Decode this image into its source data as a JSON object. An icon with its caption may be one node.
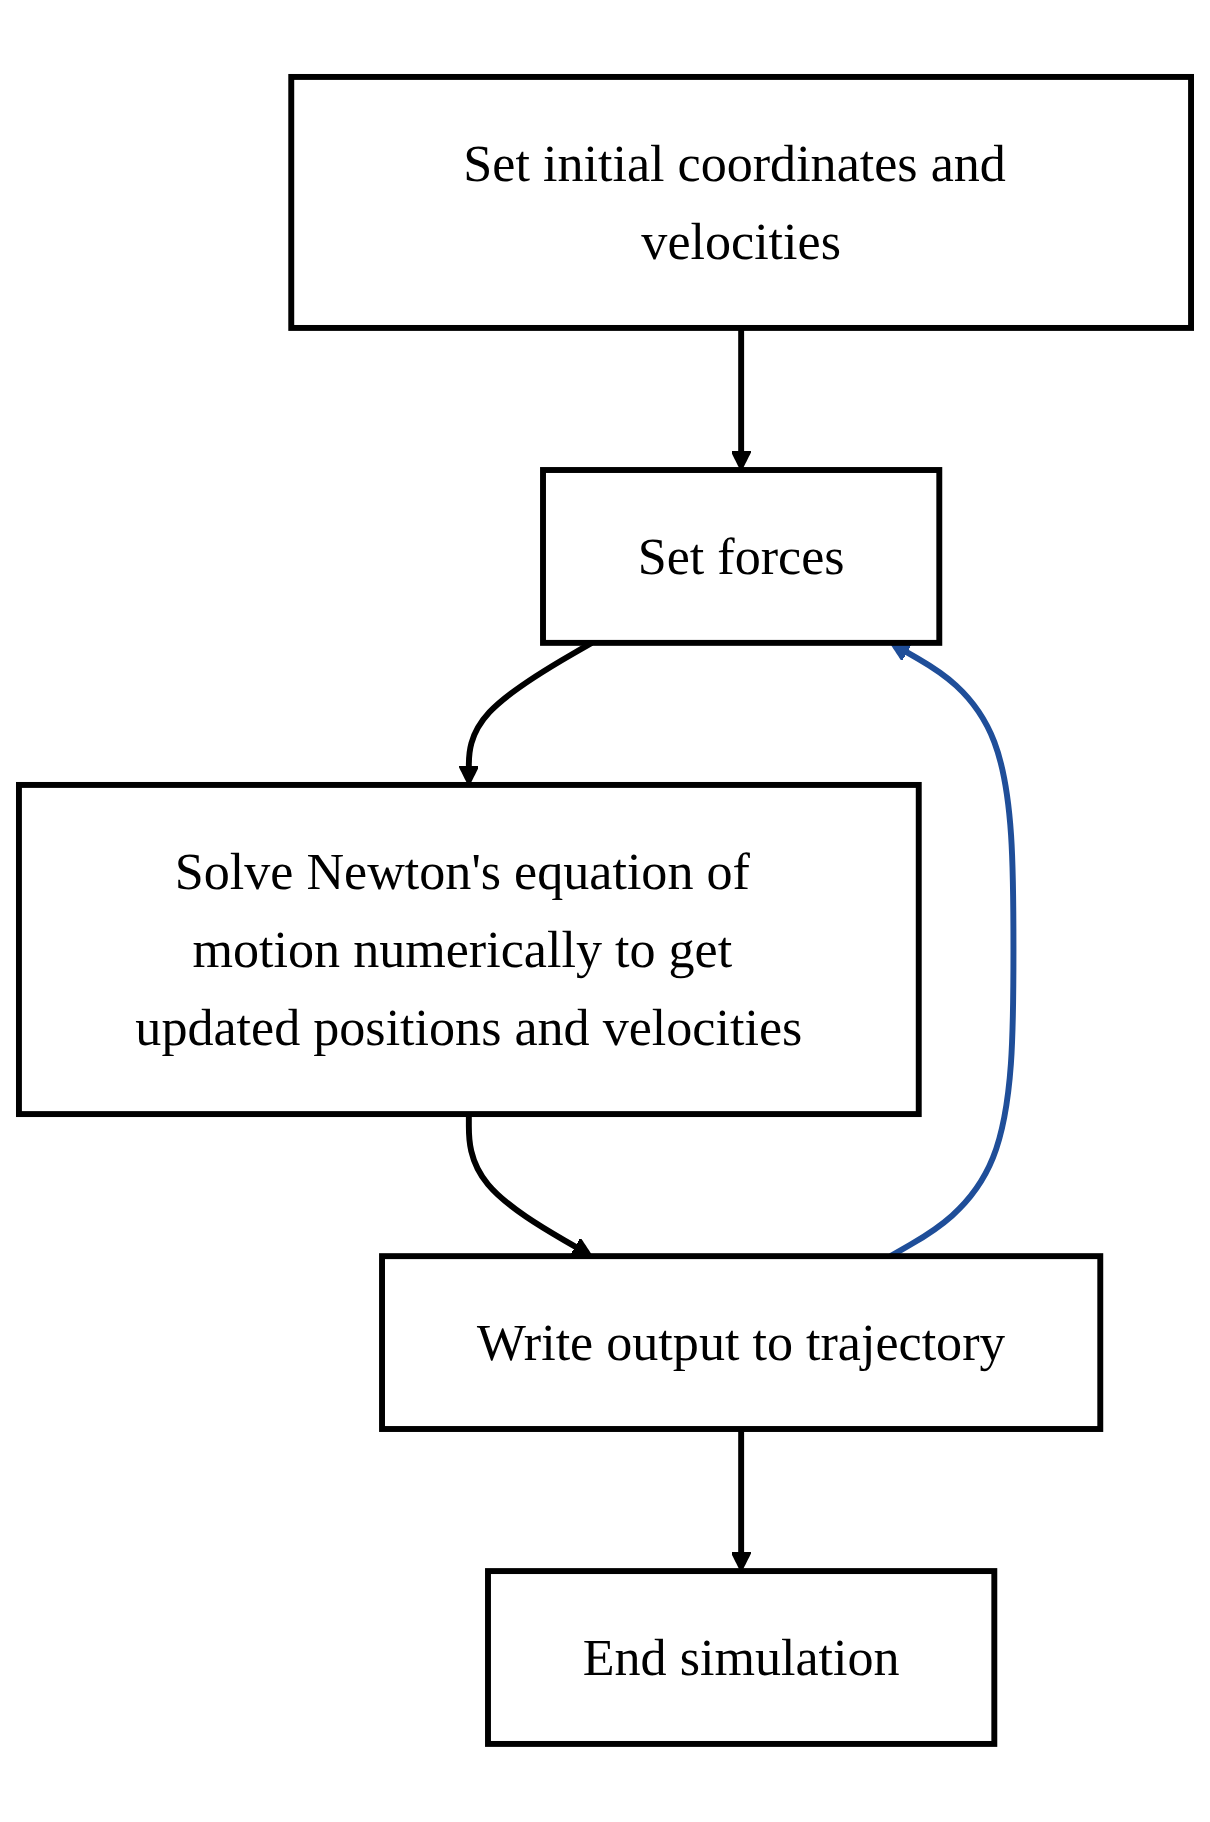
{
  "diagram": {
    "nodes": [
      {
        "text": [
          "Set initial coordinates and velocities"
        ]
      },
      {
        "text": [
          "Set forces"
        ]
      },
      {
        "text": [
          "Solve Newton's equation of motion numerically to get updated positions and velocities"
        ]
      },
      {
        "text": [
          "Write output to trajectory"
        ]
      },
      {
        "text": [
          "End simulation"
        ]
      }
    ],
    "edges": [
      {
        "from": 0,
        "to": 1,
        "arrow": "to"
      },
      {
        "from": 1,
        "to": 2,
        "arrow": "to"
      },
      {
        "from": 2,
        "to": 3,
        "arrow": "to"
      },
      {
        "from": 3,
        "to": 1,
        "arrow": "to",
        "color": "#1f4e99"
      },
      {
        "from": 3,
        "to": 4,
        "arrow": "to"
      }
    ]
  }
}
